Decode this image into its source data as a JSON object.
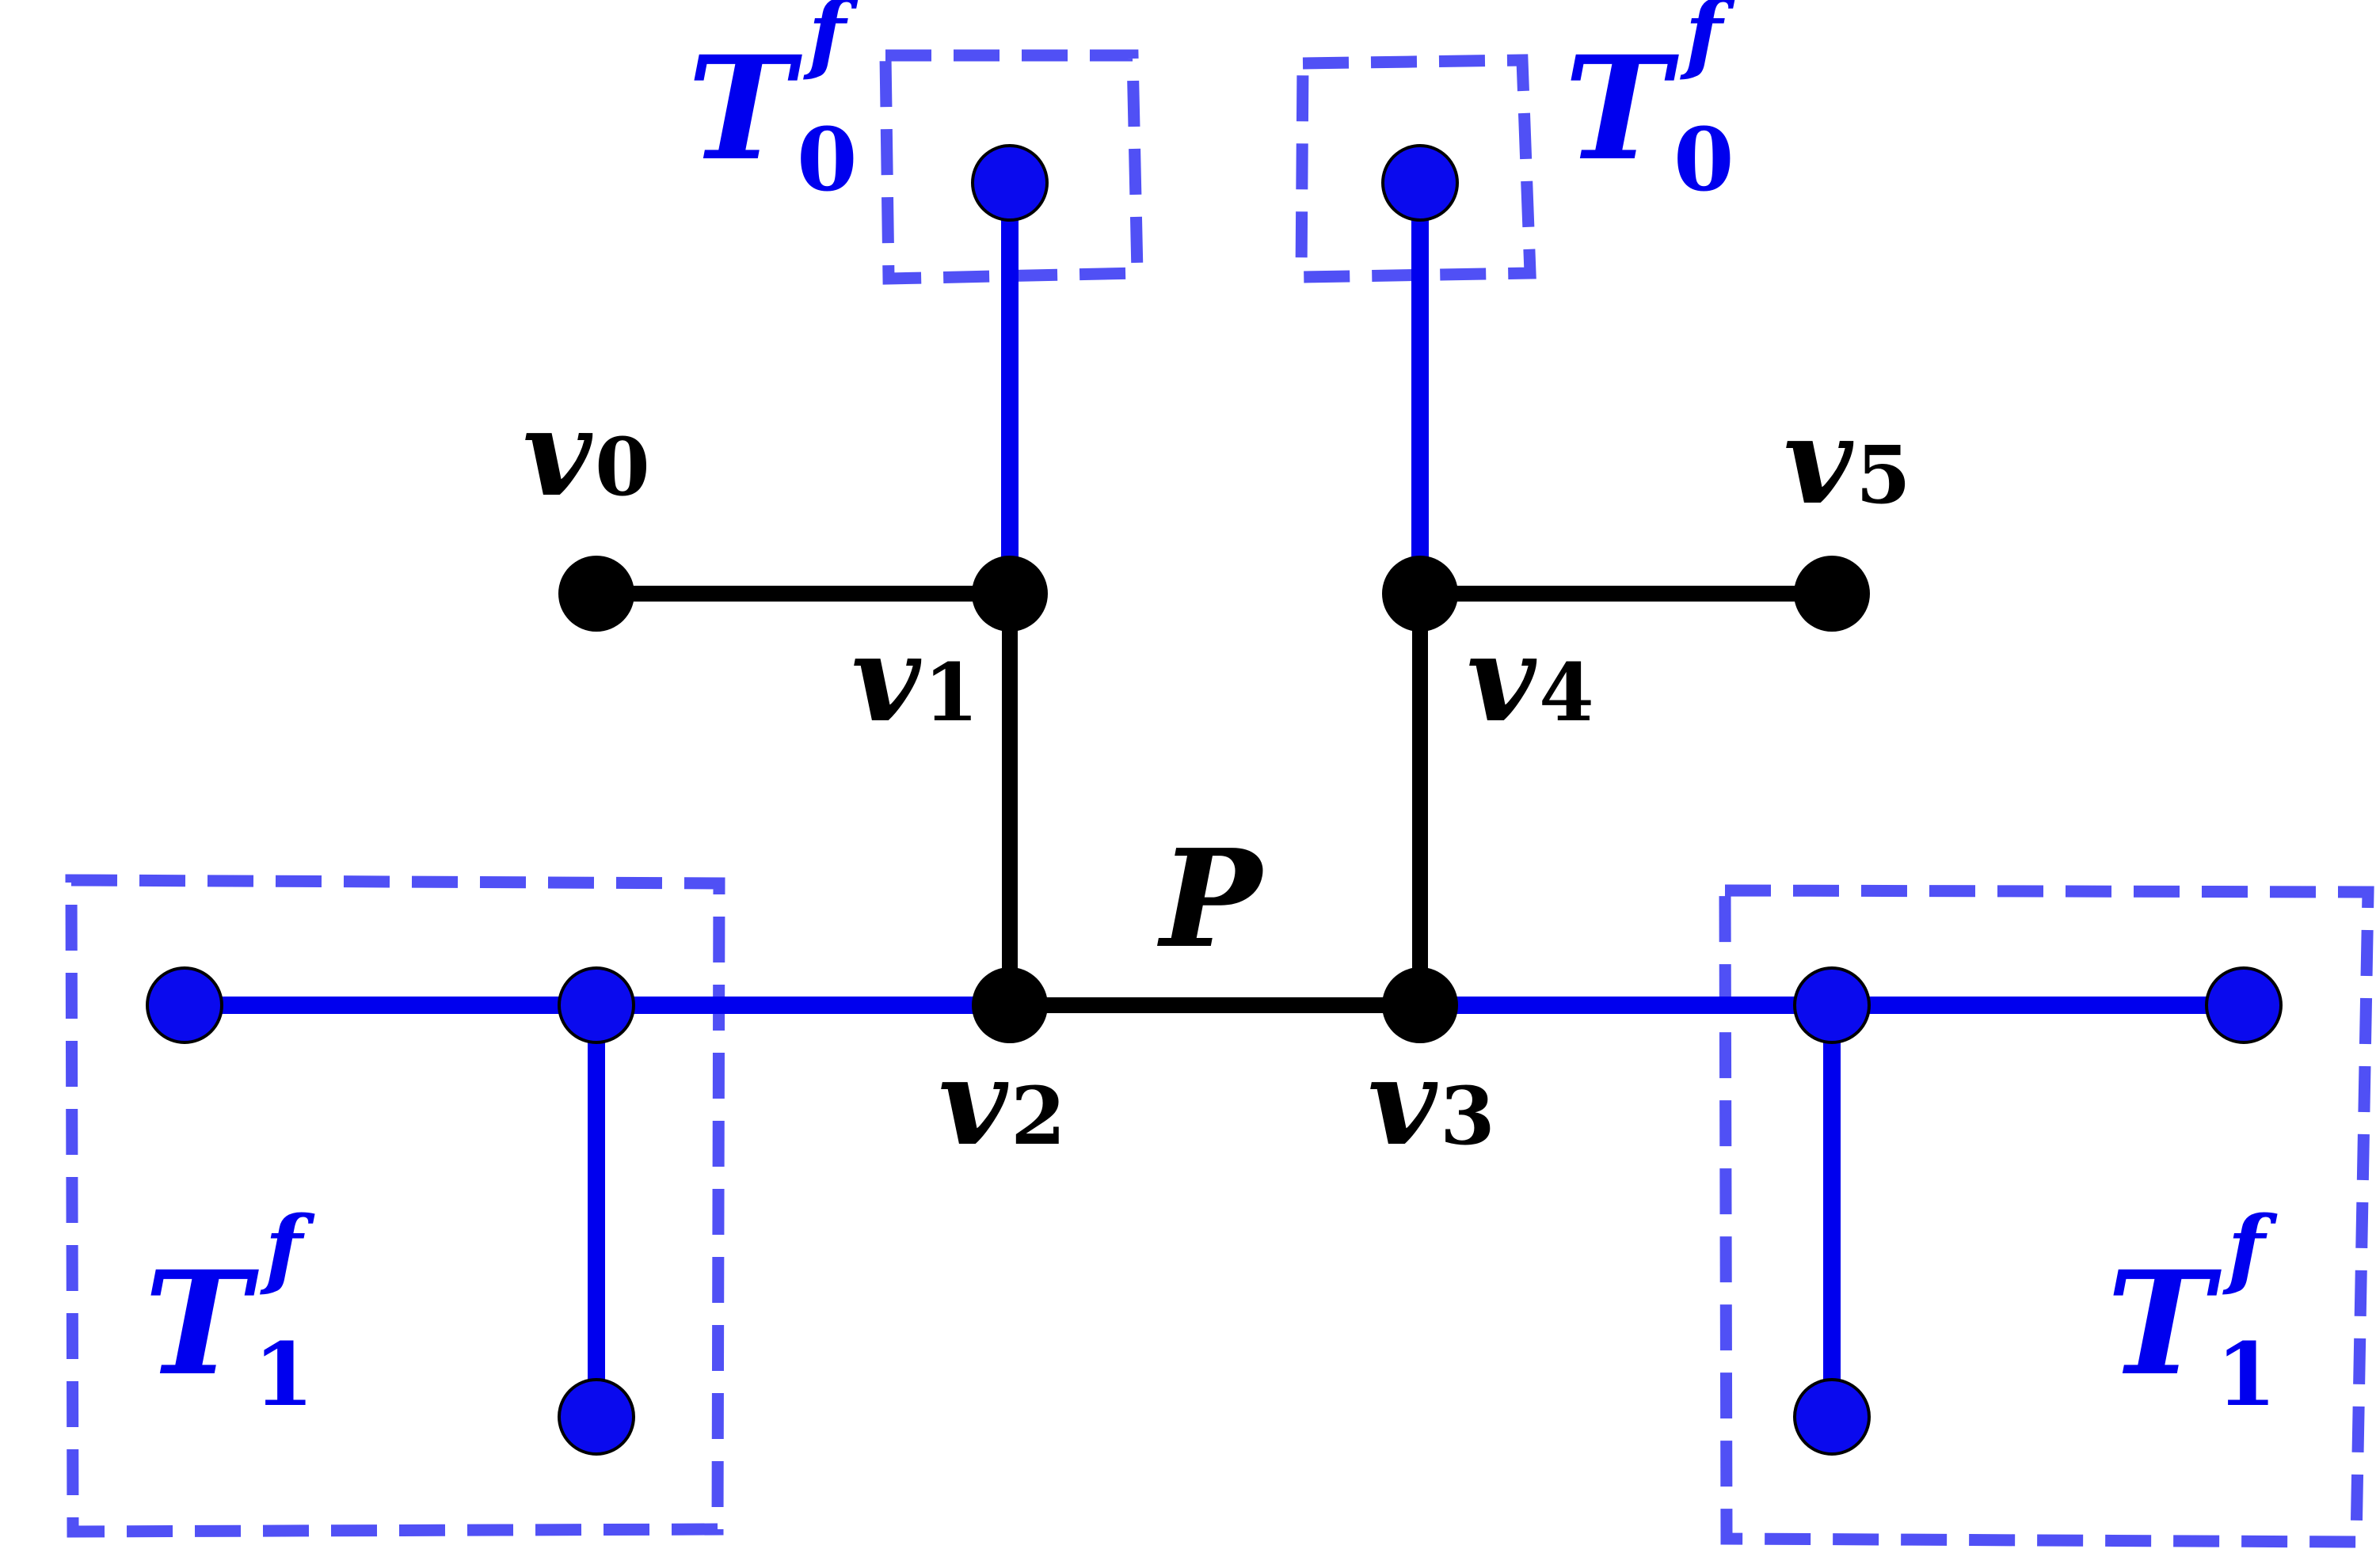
{
  "colors": {
    "path": "#000000",
    "forest": "#0000ee",
    "box": "#5050f5",
    "node_fill_blue": "#0a0aee"
  },
  "labels": {
    "P": "P",
    "v0": {
      "base": "v",
      "sub": "0"
    },
    "v1": {
      "base": "v",
      "sub": "1"
    },
    "v2": {
      "base": "v",
      "sub": "2"
    },
    "v3": {
      "base": "v",
      "sub": "3"
    },
    "v4": {
      "base": "v",
      "sub": "4"
    },
    "v5": {
      "base": "v",
      "sub": "5"
    },
    "T0_left": {
      "base": "T",
      "sub": "0",
      "sup": "f"
    },
    "T0_right": {
      "base": "T",
      "sub": "0",
      "sup": "f"
    },
    "T1_left": {
      "base": "T",
      "sub": "1",
      "sup": "f"
    },
    "T1_right": {
      "base": "T",
      "sub": "1",
      "sup": "f"
    }
  }
}
